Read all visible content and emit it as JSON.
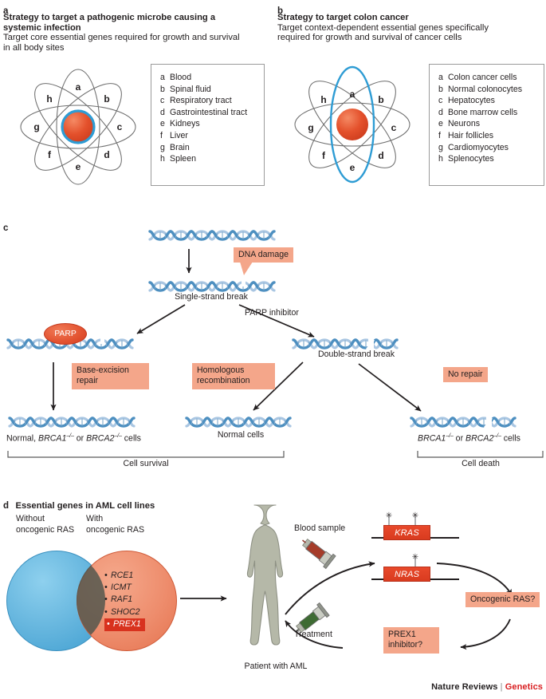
{
  "figure": {
    "footer": {
      "journal": "Nature Reviews",
      "separator": "|",
      "section": "Genetics"
    }
  },
  "panel_a": {
    "letter": "a",
    "title_line1": "Strategy to target a pathogenic microbe causing a",
    "title_line2": "systemic infection",
    "subtitle_line1": "Target core essential genes required  for growth and survival",
    "subtitle_line2": "in all body sites",
    "petals": [
      "a",
      "b",
      "c",
      "d",
      "e",
      "f",
      "g",
      "h"
    ],
    "highlight": "center",
    "legend": [
      {
        "key": "a",
        "label": "Blood"
      },
      {
        "key": "b",
        "label": "Spinal fluid"
      },
      {
        "key": "c",
        "label": "Respiratory tract"
      },
      {
        "key": "d",
        "label": "Gastrointestinal tract"
      },
      {
        "key": "e",
        "label": "Kidneys"
      },
      {
        "key": "f",
        "label": "Liver"
      },
      {
        "key": "g",
        "label": "Brain"
      },
      {
        "key": "h",
        "label": "Spleen"
      }
    ]
  },
  "panel_b": {
    "letter": "b",
    "title_line1": "Strategy to target colon cancer",
    "title_line2": "",
    "subtitle_line1": "Target context-dependent essential genes specifically",
    "subtitle_line2": "required for growth and survival of cancer cells",
    "petals": [
      "a",
      "b",
      "c",
      "d",
      "e",
      "f",
      "g",
      "h"
    ],
    "highlight": "petal-a",
    "legend": [
      {
        "key": "a",
        "label": "Colon cancer cells"
      },
      {
        "key": "b",
        "label": "Normal colonocytes"
      },
      {
        "key": "c",
        "label": "Hepatocytes"
      },
      {
        "key": "d",
        "label": "Bone marrow cells"
      },
      {
        "key": "e",
        "label": "Neurons"
      },
      {
        "key": "f",
        "label": "Hair follicles"
      },
      {
        "key": "g",
        "label": "Cardiomyocytes"
      },
      {
        "key": "h",
        "label": "Splenocytes"
      }
    ]
  },
  "panel_c": {
    "letter": "c",
    "labels": {
      "dna_damage": "DNA damage",
      "single_strand_break": "Single-strand break",
      "parp": "PARP",
      "parp_inhibitor": "PARP inhibitor",
      "base_excision_repair_line1": "Base-excision",
      "base_excision_repair_line2": "repair",
      "homologous_recombination_line1": "Homologous",
      "homologous_recombination_line2": "recombination",
      "double_strand_break": "Double-strand break",
      "no_repair": "No repair",
      "outcome_left_pre": "Normal, ",
      "outcome_left_gene1": "BRCA1",
      "outcome_left_sup1": "–/–",
      "outcome_left_mid": " or ",
      "outcome_left_gene2": "BRCA2",
      "outcome_left_sup2": "–/–",
      "outcome_left_post": " cells",
      "outcome_mid": "Normal cells",
      "outcome_right_gene1": "BRCA1",
      "outcome_right_sup1": "–/–",
      "outcome_right_mid": " or ",
      "outcome_right_gene2": "BRCA2",
      "outcome_right_sup2": "–/–",
      "outcome_right_post": " cells",
      "bracket_left": "Cell survival",
      "bracket_right": "Cell death"
    }
  },
  "panel_d": {
    "letter": "d",
    "title": "Essential genes in AML cell lines",
    "venn": {
      "left_label_line1": "Without",
      "left_label_line2": "oncogenic RAS",
      "right_label_line1": "With",
      "right_label_line2": "oncogenic RAS",
      "genes": [
        {
          "name": "RCE1",
          "highlighted": false
        },
        {
          "name": "ICMT",
          "highlighted": false
        },
        {
          "name": "RAF1",
          "highlighted": false
        },
        {
          "name": "SHOC2",
          "highlighted": false
        },
        {
          "name": "PREX1",
          "highlighted": true
        }
      ]
    },
    "patient_label": "Patient with AML",
    "blood_sample_label": "Blood sample",
    "treatment_label": "Treatment",
    "gene_boxes": [
      {
        "name": "KRAS",
        "stars": 2
      },
      {
        "name": "NRAS",
        "stars": 1
      }
    ],
    "oncogenic_ras_label": "Oncogenic RAS?",
    "prex1_inhibitor_line1": "PREX1",
    "prex1_inhibitor_line2": "inhibitor?"
  },
  "colors": {
    "salmon": "#f4a68a",
    "gene_red": "#d93b1f",
    "highlight_red": "#d8321e",
    "dna_dark_blue": "#4d8fc0",
    "dna_light_blue": "#a9c6e2",
    "venn_blue": "#63b4dd",
    "venn_red": "#ee8d6d",
    "highlight_blue": "#2e9cd4",
    "body_gray": "#b5b8a8",
    "text": "#231f20",
    "genetics_red": "#d81e20"
  }
}
